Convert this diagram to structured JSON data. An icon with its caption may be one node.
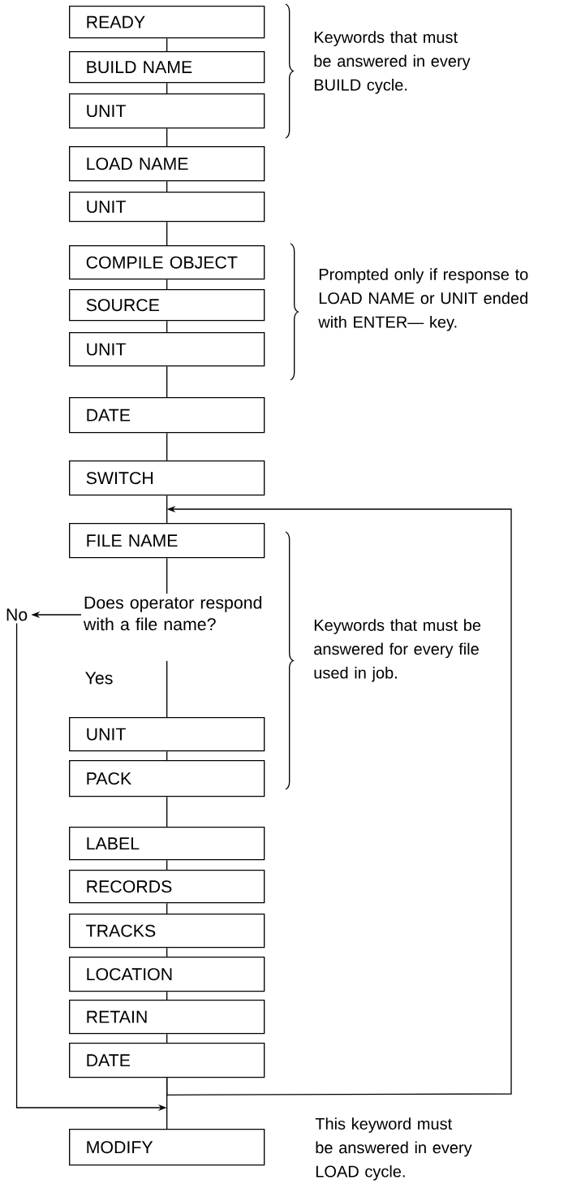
{
  "diagram": {
    "nodes": [
      {
        "text": [
          "READY"
        ]
      },
      {
        "text": [
          "BUILD NAME"
        ]
      },
      {
        "text": [
          "UNIT"
        ]
      },
      {
        "text": [
          "LOAD NAME"
        ]
      },
      {
        "text": [
          "UNIT"
        ]
      },
      {
        "text": [
          "COMPILE OBJECT"
        ]
      },
      {
        "text": [
          "SOURCE"
        ]
      },
      {
        "text": [
          "UNIT"
        ]
      },
      {
        "text": [
          "DATE"
        ]
      },
      {
        "text": [
          "SWITCH"
        ]
      },
      {
        "text": [
          "FILE NAME"
        ]
      },
      {
        "text": [
          "Does operator respond with a file name?"
        ]
      },
      {
        "text": [
          "No"
        ]
      },
      {
        "text": [
          "UNIT"
        ]
      },
      {
        "text": [
          "PACK"
        ]
      },
      {
        "text": [
          "LABEL"
        ]
      },
      {
        "text": [
          "RECORDS"
        ]
      },
      {
        "text": [
          "TRACKS"
        ]
      },
      {
        "text": [
          "LOCATION"
        ]
      },
      {
        "text": [
          "RETAIN"
        ]
      },
      {
        "text": [
          "DATE"
        ]
      },
      {
        "text": [
          "MODIFY"
        ]
      }
    ],
    "edges": [
      {
        "from": 0,
        "to": 1,
        "arrow": "none"
      },
      {
        "from": 1,
        "to": 2,
        "arrow": "none"
      },
      {
        "from": 2,
        "to": 3,
        "arrow": "none"
      },
      {
        "from": 3,
        "to": 4,
        "arrow": "none"
      },
      {
        "from": 4,
        "to": 5,
        "arrow": "none"
      },
      {
        "from": 5,
        "to": 6,
        "arrow": "none"
      },
      {
        "from": 6,
        "to": 7,
        "arrow": "none"
      },
      {
        "from": 7,
        "to": 8,
        "arrow": "none"
      },
      {
        "from": 8,
        "to": 9,
        "arrow": "none"
      },
      {
        "from": 9,
        "to": 10,
        "arrow": "none"
      },
      {
        "from": 10,
        "to": 11,
        "arrow": "none"
      },
      {
        "from": 11,
        "to": 12,
        "arrow": "to"
      },
      {
        "from": 11,
        "to": 13,
        "label": "Yes",
        "arrow": "none"
      },
      {
        "from": 13,
        "to": 14,
        "arrow": "none"
      },
      {
        "from": 14,
        "to": 15,
        "arrow": "none"
      },
      {
        "from": 15,
        "to": 16,
        "arrow": "none"
      },
      {
        "from": 16,
        "to": 17,
        "arrow": "none"
      },
      {
        "from": 17,
        "to": 18,
        "arrow": "none"
      },
      {
        "from": 18,
        "to": 19,
        "arrow": "none"
      },
      {
        "from": 19,
        "to": 20,
        "arrow": "none"
      },
      {
        "from": 20,
        "to": 21,
        "arrow": "none"
      },
      {
        "from": 20,
        "to": 10,
        "arrow": "to"
      },
      {
        "from": 12,
        "to": 21,
        "arrow": "to"
      }
    ],
    "labels": [
      "Keywords that must be answered in every BUILD cycle.",
      "Prompted only if response to LOAD NAME or UNIT ended with ENTER— key.",
      "Keywords that must be answered for every file used in job.",
      "This keyword must be answered in every LOAD cycle."
    ]
  }
}
